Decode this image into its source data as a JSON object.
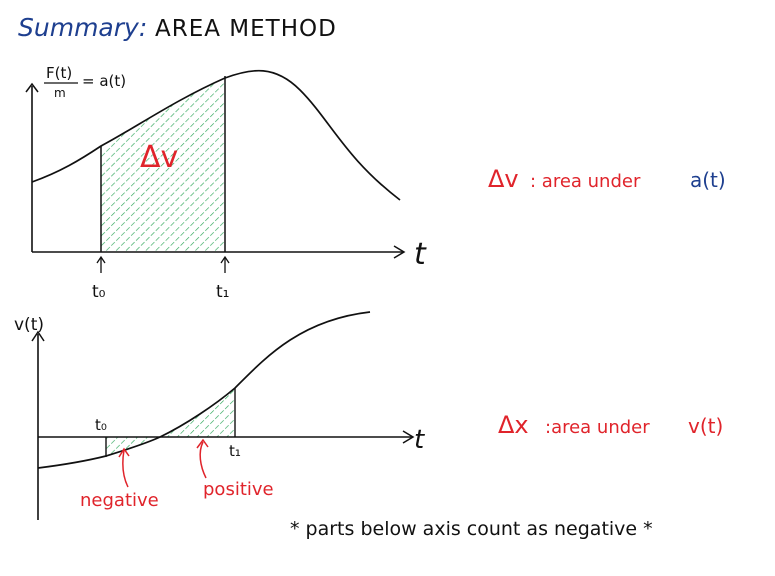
{
  "title": {
    "prefix": "Summary:",
    "method": "AREA METHOD"
  },
  "top_graph": {
    "y_label_numerator": "F(t)",
    "y_label_denominator": "m",
    "y_label_rhs": "= a(t)",
    "x_label": "t",
    "area_label": "Δv",
    "t0_label": "t₀",
    "t1_label": "t₁"
  },
  "bottom_graph": {
    "y_label": "v(t)",
    "x_label": "t",
    "t0_label": "t₀",
    "t1_label": "t₁",
    "negative_label": "negative",
    "positive_label": "positive"
  },
  "notes": {
    "dv_symbol": "Δv",
    "dv_text": ": area under",
    "dv_fn": "a(t)",
    "dx_symbol": "Δx",
    "dx_text": ":area under",
    "dx_fn": "v(t)",
    "footnote": "* parts below axis count as negative *"
  },
  "colors": {
    "red": "#e0242b",
    "blue": "#1e3f8f",
    "hatch": "#2fa65a",
    "ink": "#111111"
  }
}
